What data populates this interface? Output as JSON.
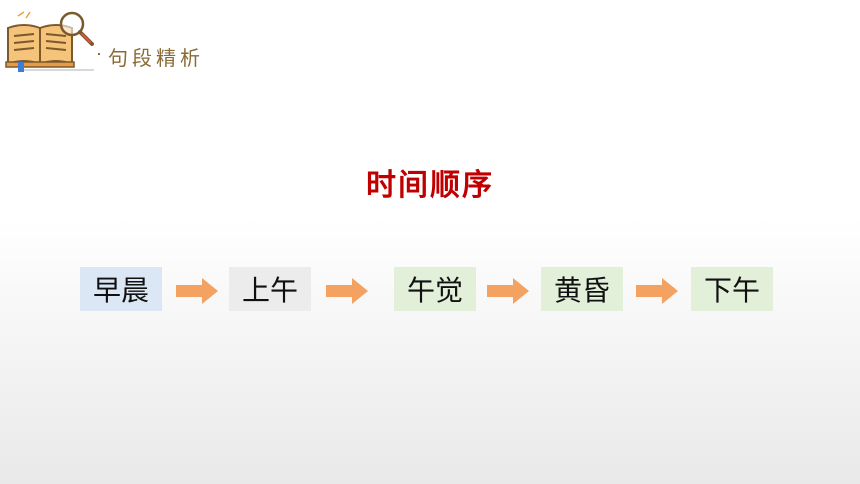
{
  "header": {
    "title": "句段精析",
    "icon": "book-magnifier-icon"
  },
  "main": {
    "title": "时间顺序"
  },
  "sequence": [
    {
      "label": "早晨",
      "bg": "#dbe7f4"
    },
    {
      "label": "上午",
      "bg": "#ececec"
    },
    {
      "label": "午觉",
      "bg": "#e2efd9"
    },
    {
      "label": "黄昏",
      "bg": "#e2efd9"
    },
    {
      "label": "下午",
      "bg": "#e2efd9"
    }
  ],
  "colors": {
    "title": "#c00000",
    "arrow": "#f4a261",
    "header_text": "#8a6a36"
  }
}
